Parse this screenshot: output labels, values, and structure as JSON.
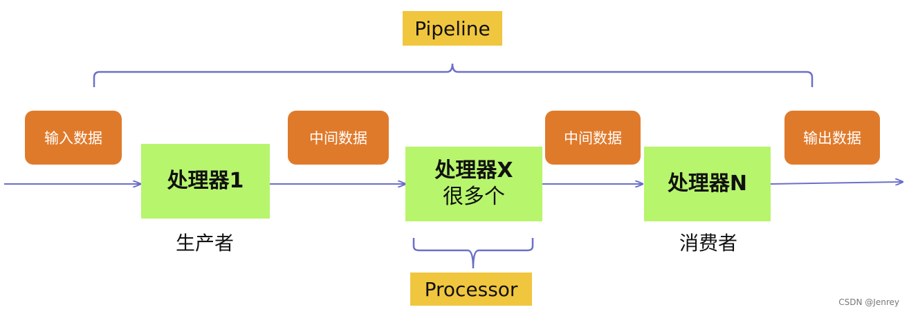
{
  "pipeline_label": "Pipeline",
  "processor_label": "Processor",
  "data_boxes": [
    "输入数据",
    "中间数据",
    "中间数据",
    "输出数据"
  ],
  "processors": [
    {
      "line1": "处理器1",
      "line2": ""
    },
    {
      "line1": "处理器X",
      "line2": "很多个"
    },
    {
      "line1": "处理器N",
      "line2": ""
    }
  ],
  "roles": {
    "producer": "生产者",
    "consumer": "消费者"
  },
  "watermark": "CSDN @Jenrey",
  "colors": {
    "label_yellow": "#f0c63f",
    "data_orange": "#e07a2b",
    "processor_green": "#b7f56c",
    "line_blue": "#6a6fc7"
  }
}
